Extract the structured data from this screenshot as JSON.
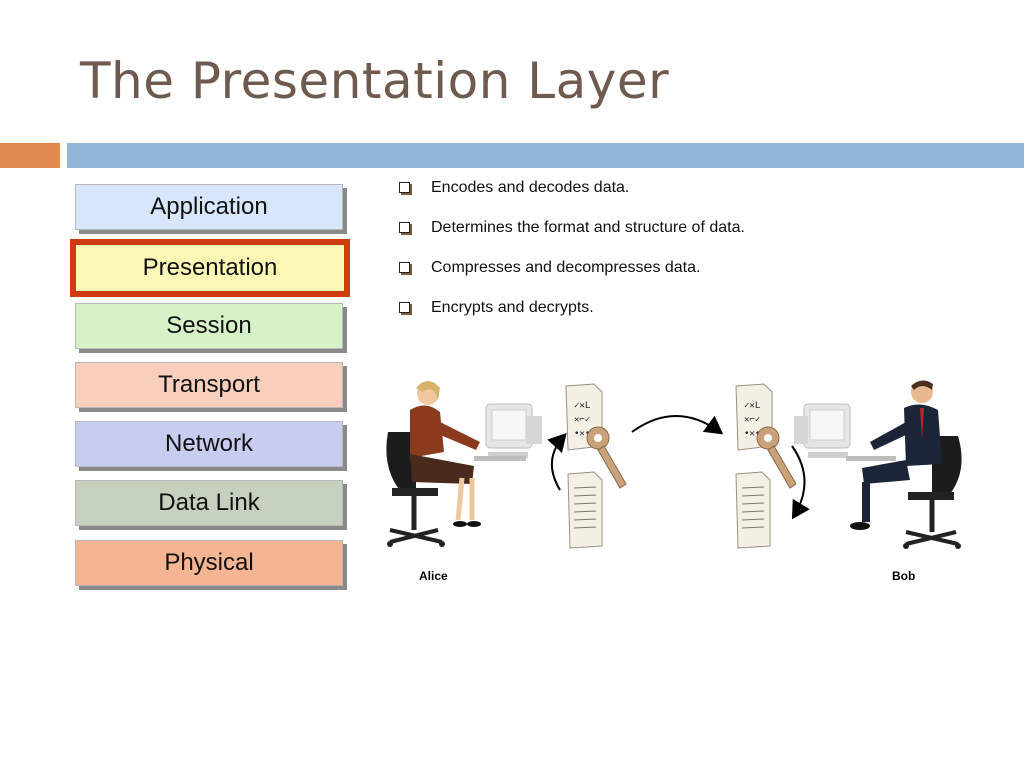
{
  "title": "The Presentation Layer",
  "layers": [
    {
      "label": "Application",
      "color": "#d7e6fb"
    },
    {
      "label": "Presentation",
      "color": "#fdf8b5",
      "highlighted": true
    },
    {
      "label": "Session",
      "color": "#d8f2c8"
    },
    {
      "label": "Transport",
      "color": "#f8cfbd"
    },
    {
      "label": "Network",
      "color": "#c8cdef"
    },
    {
      "label": "Data Link",
      "color": "#c6d0be"
    },
    {
      "label": "Physical",
      "color": "#f5b492"
    }
  ],
  "highlight_color": "#cf3a10",
  "bullets": [
    "Encodes and decodes data.",
    "Determines the format and structure of data.",
    "Compresses and decompresses data.",
    "Encrypts and decrypts."
  ],
  "people": {
    "left": "Alice",
    "right": "Bob"
  },
  "icons": [
    "woman-at-computer",
    "document-icon",
    "key-icon",
    "man-at-computer"
  ]
}
